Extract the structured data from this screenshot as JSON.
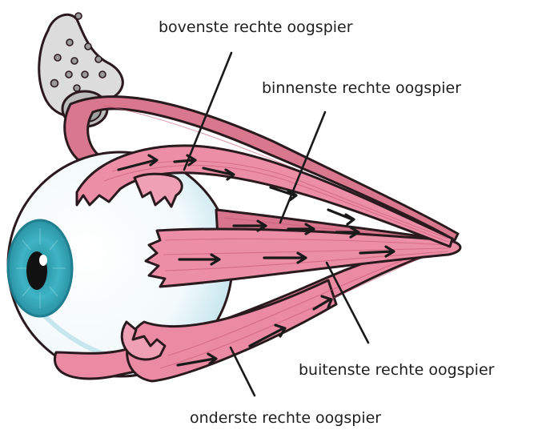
{
  "labels": {
    "superior_rectus": "bovenste rechte oogspier",
    "medial_rectus": "binnenste rechte oogspier",
    "lateral_rectus": "buitenste rechte oogspier",
    "inferior_rectus": "onderste rechte oogspier"
  },
  "colors": {
    "muscle_fill": "#ea8aa3",
    "muscle_dark": "#c9627e",
    "muscle_light": "#f5b3c4",
    "sclera": "#ffffff",
    "sclera_shade": "#d6eef4",
    "iris": "#3fb4c4",
    "bone": "#d9d9d9",
    "outline": "#2a1a1e"
  }
}
